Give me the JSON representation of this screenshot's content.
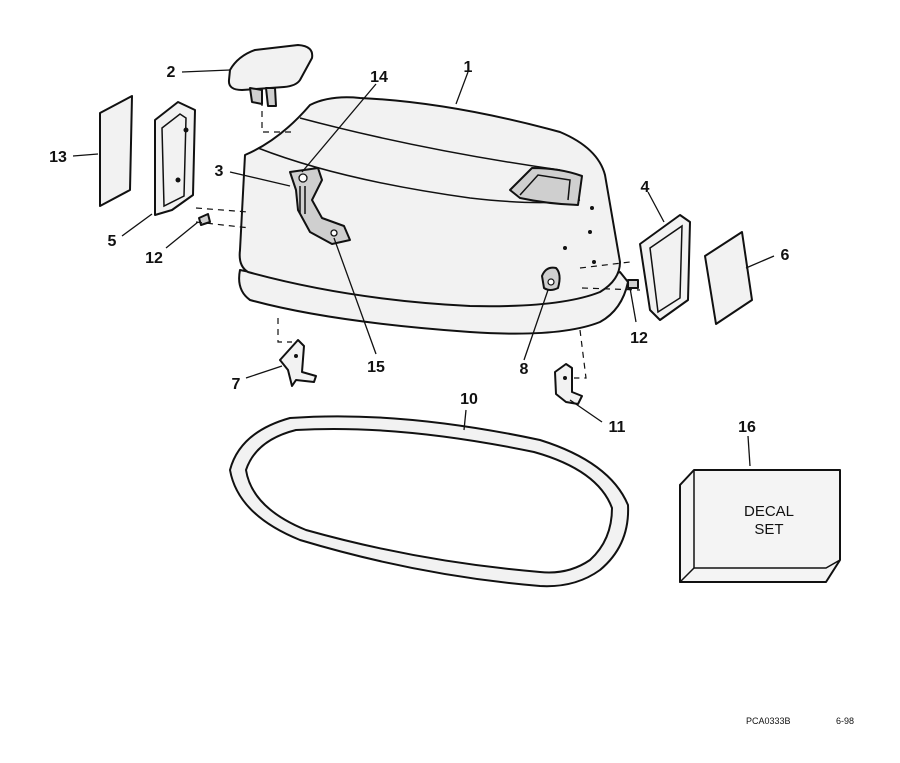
{
  "callouts": {
    "c1": "1",
    "c2": "2",
    "c3": "3",
    "c4": "4",
    "c5": "5",
    "c6": "6",
    "c7": "7",
    "c8": "8",
    "c10": "10",
    "c11": "11",
    "c12a": "12",
    "c12b": "12",
    "c13": "13",
    "c14": "14",
    "c15": "15",
    "c16": "16"
  },
  "decal": {
    "line1": "DECAL",
    "line2": "SET"
  },
  "footer": {
    "code": "PCA0333B",
    "date": "6-98"
  }
}
